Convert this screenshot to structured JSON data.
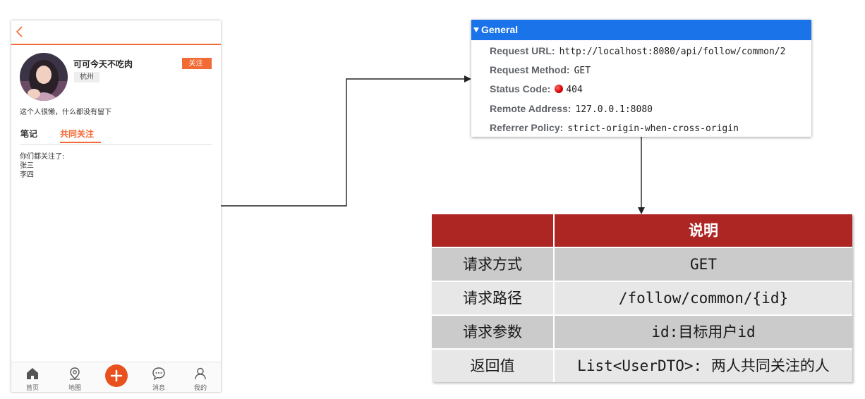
{
  "phone": {
    "nickname": "可可今天不吃肉",
    "city": "杭州",
    "follow_label": "关注",
    "intro": "这个人很懒，什么都没有留下",
    "tabs": [
      {
        "label": "笔记",
        "active": false
      },
      {
        "label": "共同关注",
        "active": true
      }
    ],
    "common_heading": "你们都关注了:",
    "common_users": [
      "张三",
      "李四"
    ],
    "bottom_nav": [
      {
        "label": "首页",
        "icon": "home-icon"
      },
      {
        "label": "地图",
        "icon": "map-pin-icon"
      },
      {
        "label": "",
        "icon": "plus-icon"
      },
      {
        "label": "消息",
        "icon": "message-icon"
      },
      {
        "label": "我的",
        "icon": "user-icon"
      }
    ],
    "accent_color": "#f26b35"
  },
  "devtools": {
    "section_title": "General",
    "rows": [
      {
        "key": "Request URL:",
        "value": "http://localhost:8080/api/follow/common/2"
      },
      {
        "key": "Request Method:",
        "value": "GET"
      },
      {
        "key": "Status Code:",
        "value": "404"
      },
      {
        "key": "Remote Address:",
        "value": "127.0.0.1:8080"
      },
      {
        "key": "Referrer Policy:",
        "value": "strict-origin-when-cross-origin"
      }
    ],
    "header_color": "#1a73e8",
    "status_color": "#d50000"
  },
  "spec_table": {
    "header": [
      "",
      "说明"
    ],
    "rows": [
      {
        "field": "请求方式",
        "desc": "GET"
      },
      {
        "field": "请求路径",
        "desc": "/follow/common/{id}"
      },
      {
        "field": "请求参数",
        "desc": "id:目标用户id"
      },
      {
        "field": "返回值",
        "desc": "List<UserDTO>: 两人共同关注的人"
      }
    ],
    "header_color": "#ad2623"
  }
}
